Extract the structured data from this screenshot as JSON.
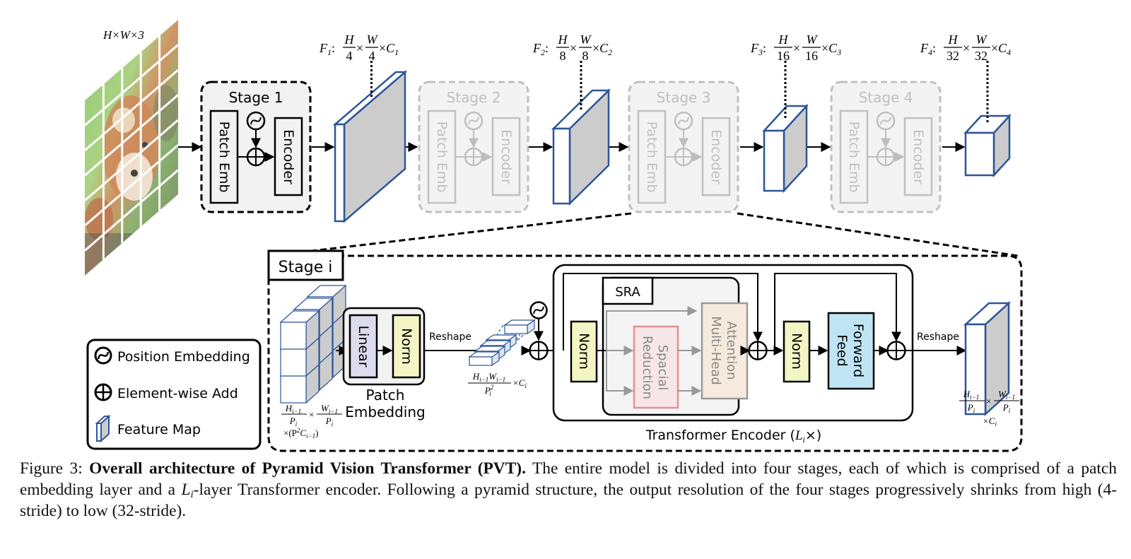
{
  "figure": {
    "input": {
      "label": "H×W×3",
      "name": "input image (red panda)",
      "grid_cols": 5,
      "grid_rows": 7
    },
    "stages": [
      {
        "label": "Stage 1",
        "active": true,
        "patch_emb": "Patch Emb",
        "encoder": "Encoder"
      },
      {
        "label": "Stage 2",
        "active": false,
        "patch_emb": "Patch Emb",
        "encoder": "Encoder"
      },
      {
        "label": "Stage 3",
        "active": false,
        "patch_emb": "Patch Emb",
        "encoder": "Encoder"
      },
      {
        "label": "Stage 4",
        "active": false,
        "patch_emb": "Patch Emb",
        "encoder": "Encoder"
      }
    ],
    "feature_maps": [
      {
        "name": "F",
        "sub": "1",
        "h_den": "4",
        "w_den": "4",
        "c": "C",
        "c_sub": "1"
      },
      {
        "name": "F",
        "sub": "2",
        "h_den": "8",
        "w_den": "8",
        "c": "C",
        "c_sub": "2"
      },
      {
        "name": "F",
        "sub": "3",
        "h_den": "16",
        "w_den": "16",
        "c": "C",
        "c_sub": "3"
      },
      {
        "name": "F",
        "sub": "4",
        "h_den": "32",
        "w_den": "32",
        "c": "C",
        "c_sub": "4"
      }
    ],
    "frac_num_h": "H",
    "frac_num_w": "W",
    "times": "×",
    "colon": ":",
    "stage_i": {
      "title": "Stage i",
      "input_dims": {
        "h": "H",
        "w": "W",
        "sub": "i−1",
        "den": "P",
        "den_sub": "i",
        "extra": "×(P",
        "extra_sup": "2",
        "extra_c": "C",
        "extra_c_sub": "i−1",
        "close": ")"
      },
      "patch_embedding": {
        "title_line1": "Patch",
        "title_line2": "Embedding",
        "linear": "Linear",
        "norm": "Norm"
      },
      "reshape_1": "Reshape",
      "token_dims": {
        "num": "H",
        "num_sub": "i−1",
        "num2": "W",
        "num2_sub": "i−1",
        "den": "P",
        "den_sub": "i",
        "den_sup": "2",
        "c": "×C",
        "c_sub": "i"
      },
      "transformer_encoder": {
        "label": "Transformer Encoder (",
        "label_L": "L",
        "label_L_sub": "i",
        "label_end": "×)",
        "norm1": "Norm",
        "sra": "SRA",
        "spatial_reduction_line1": "Spacial",
        "spatial_reduction_line2": "Reduction",
        "mha_line1": "Multi-Head",
        "mha_line2": "Attention",
        "norm2": "Norm",
        "ff_line1": "Feed",
        "ff_line2": "Forward"
      },
      "reshape_2": "Reshape",
      "output_dims": {
        "h": "H",
        "w": "W",
        "sub": "i−1",
        "den": "P",
        "den_sub": "i",
        "c": "×C",
        "c_sub": "i"
      }
    },
    "legend": [
      {
        "icon": "position-embedding-icon",
        "label": "Position Embedding"
      },
      {
        "icon": "element-wise-add-icon",
        "label": "Element-wise Add"
      },
      {
        "icon": "feature-map-icon",
        "label": "Feature Map"
      }
    ],
    "colors": {
      "feature_map_stroke": "#2d559a",
      "feature_map_side": "#cccccc",
      "linear_fill": "#dcdcee",
      "norm_fill": "#f4f5c4",
      "spatial_reduction_fill": "#f6e6e8",
      "spatial_reduction_stroke": "#e58f94",
      "mha_fill": "#f6eadc",
      "ff_fill": "#bfe5f5",
      "inactive_stage": "#c0c0c0"
    }
  },
  "caption": {
    "prefix": "Figure 3: ",
    "bold": "Overall architecture of Pyramid Vision Transformer (PVT).",
    "text1": " The entire model is divided into four stages, each of which is comprised of a patch embedding layer and a ",
    "math_L": "L",
    "math_sub": "i",
    "text2": "-layer Transformer encoder.  Following a pyramid structure, the output resolution of the four stages progressively shrinks from high (4-stride) to low (32-stride)."
  }
}
